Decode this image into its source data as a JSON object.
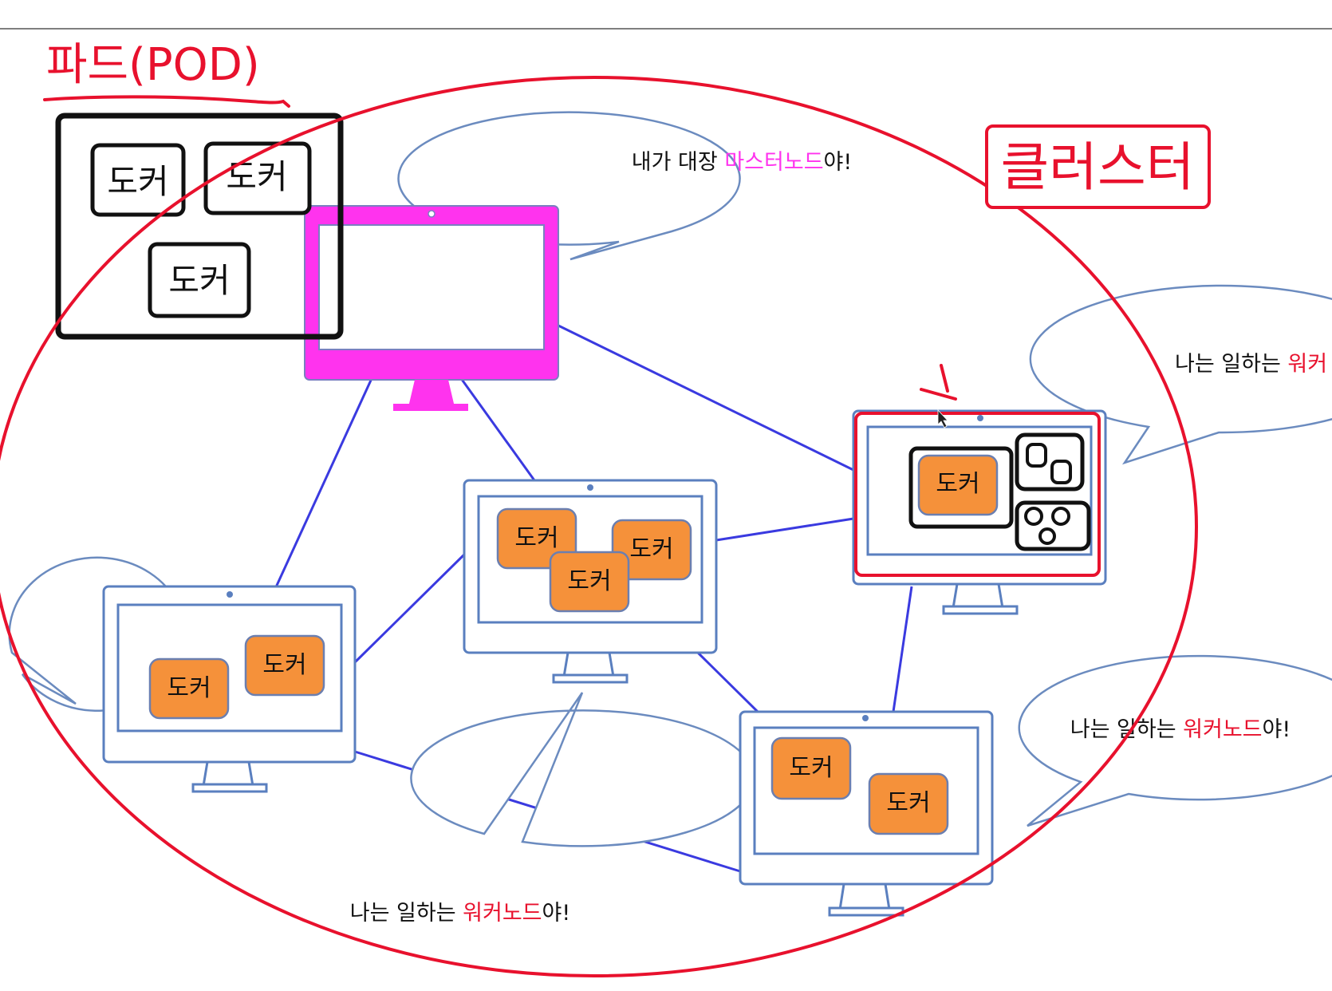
{
  "pod_label": "파드(POD)",
  "cluster_label": "클러스터",
  "docker_label": "도커",
  "master_bubble": {
    "prefix": "내가 대장 ",
    "highlight": "마스터노드",
    "suffix": "야!"
  },
  "worker_bubble": {
    "prefix": "나는 일하는 ",
    "highlight": "워커노드",
    "suffix": "야!"
  },
  "worker_bubble_right_top": {
    "prefix": "나는 일하는 ",
    "highlight": "워커"
  },
  "colors": {
    "annotation_red": "#e8112d",
    "master_magenta": "#ff33ee",
    "docker_orange": "#f5913a",
    "monitor_blue": "#5a7fbf",
    "link_blue": "#3a3ae0",
    "bubble_border": "#6b8bbf"
  }
}
